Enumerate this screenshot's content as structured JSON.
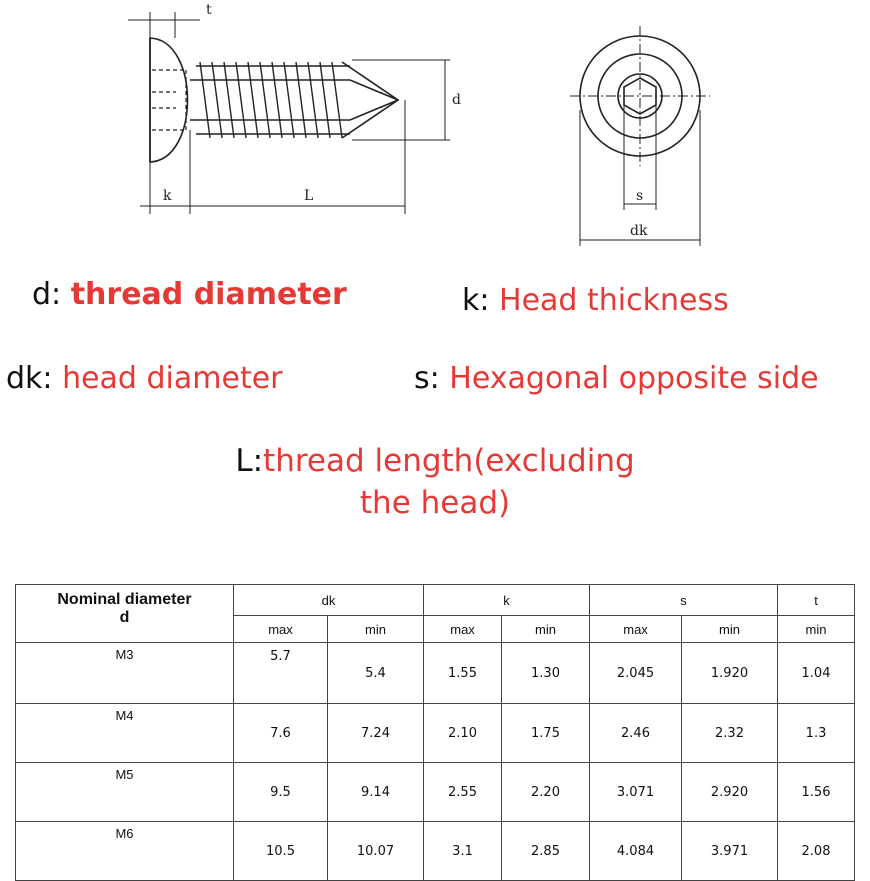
{
  "drawing": {
    "labels": {
      "t": "t",
      "d": "d",
      "k": "k",
      "L": "L",
      "s": "s",
      "dk": "dk"
    }
  },
  "legend": {
    "d": {
      "key": "d:",
      "value": "thread diameter"
    },
    "k": {
      "key": "k:",
      "value": "Head thickness"
    },
    "dk": {
      "key": "dk:",
      "value": "head diameter"
    },
    "s": {
      "key": "s:",
      "value": "Hexagonal opposite side"
    },
    "L": {
      "key": "L:",
      "value_line1": "thread length(excluding",
      "value_line2": "the head)"
    }
  },
  "table": {
    "nominal_label": "Nominal diameter",
    "nominal_sub": "d",
    "groups": [
      "dk",
      "k",
      "s",
      "t"
    ],
    "subheads": [
      "max",
      "min",
      "max",
      "min",
      "max",
      "min",
      "min"
    ],
    "rows": [
      {
        "size": "M3",
        "values": [
          "5.7",
          "5.4",
          "1.55",
          "1.30",
          "2.045",
          "1.920",
          "1.04"
        ]
      },
      {
        "size": "M4",
        "values": [
          "7.6",
          "7.24",
          "2.10",
          "1.75",
          "2.46",
          "2.32",
          "1.3"
        ]
      },
      {
        "size": "M5",
        "values": [
          "9.5",
          "9.14",
          "2.55",
          "2.20",
          "3.071",
          "2.920",
          "1.56"
        ]
      },
      {
        "size": "M6",
        "values": [
          "10.5",
          "10.07",
          "3.1",
          "2.85",
          "4.084",
          "3.971",
          "2.08"
        ]
      }
    ]
  }
}
